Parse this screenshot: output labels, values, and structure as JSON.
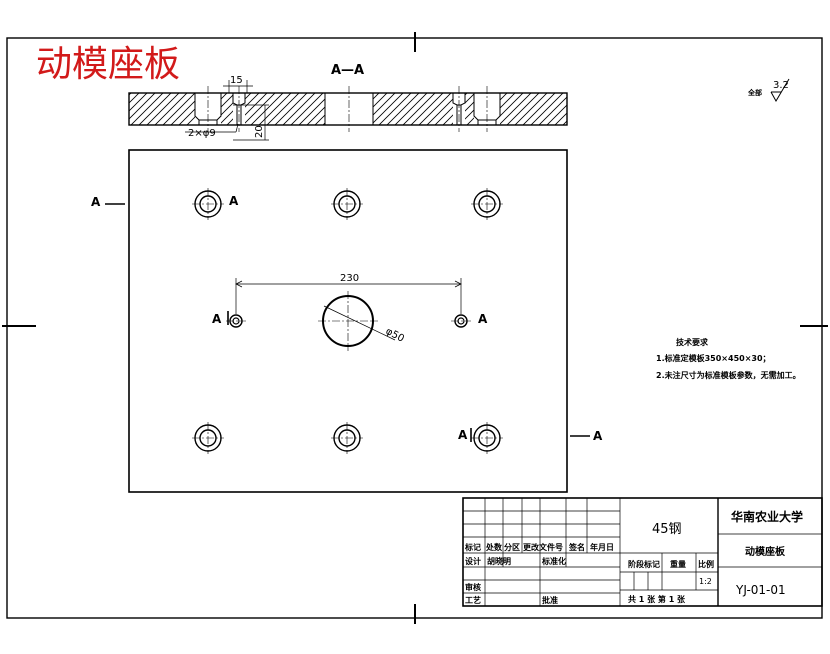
{
  "title": "动模座板",
  "colors": {
    "title": "#d21a1a",
    "line": "#000000",
    "background": "#ffffff"
  },
  "section": {
    "title": "A—A",
    "dim_top": "15",
    "dim_holes": "2×φ9",
    "dim_depth": "20"
  },
  "surface_finish": {
    "label": "全部",
    "value": "3.2"
  },
  "plan": {
    "cut_label": "A",
    "dim_span": "230",
    "dim_center_dia": "φ50"
  },
  "notes": {
    "title": "技术要求",
    "items": [
      "1.标准定模板350×450×30；",
      "2.未注尺寸为标准模板参数，无需加工。"
    ]
  },
  "title_block": {
    "material": "45钢",
    "school": "华南农业大学",
    "part_name": "动模座板",
    "drawing_no": "YJ-01-01",
    "scale": "1:2",
    "sheets": "共 1 张  第 1 张",
    "headers": {
      "mark": "标记",
      "count": "处数",
      "zone": "分区",
      "change_doc": "更改文件号",
      "sign": "签名",
      "date": "年月日",
      "design": "设计",
      "designer": "胡晓明",
      "standardize": "标准化",
      "review": "审核",
      "process": "工艺",
      "approve": "批准",
      "stage": "阶段标记",
      "weight": "重量",
      "ratio": "比例"
    }
  }
}
